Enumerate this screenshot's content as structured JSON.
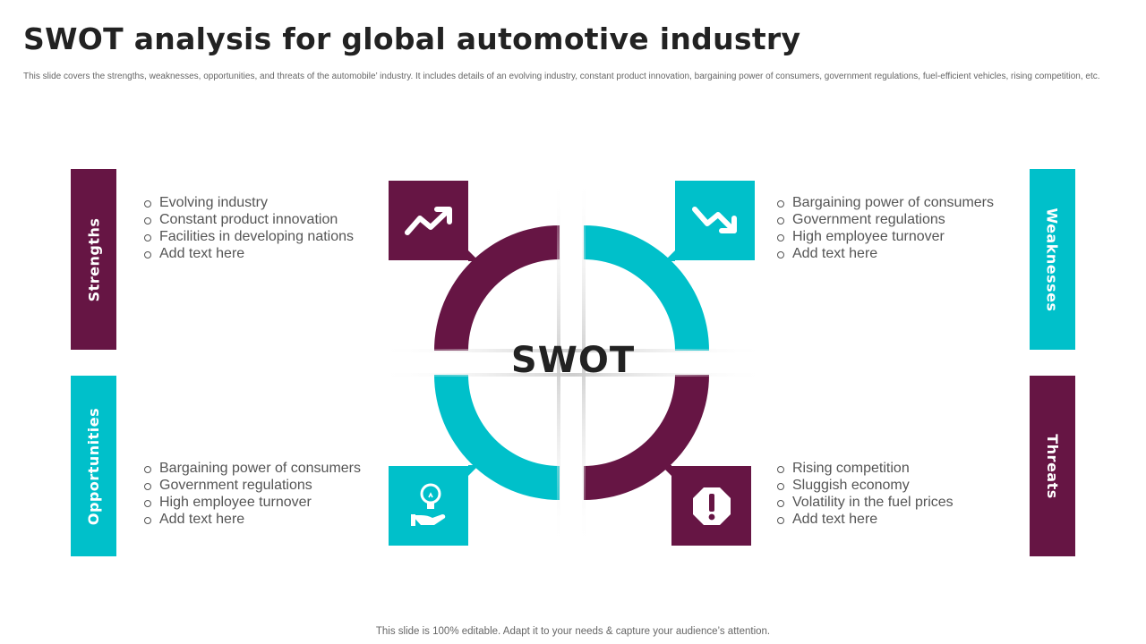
{
  "header": {
    "title": "SWOT analysis for global automotive industry",
    "description": "This slide covers the strengths, weaknesses, opportunities, and threats of the automobile’ industry. It includes details of an evolving industry, constant product innovation, bargaining power of consumers, government regulations, fuel-efficient vehicles, rising competition, etc."
  },
  "center_label": "SWOT",
  "quadrants": {
    "strengths": {
      "label": "Strengths",
      "icon": "trend-up-icon",
      "color": "#661544",
      "items": [
        "Evolving industry",
        "Constant product innovation",
        "Facilities in developing nations",
        "Add text here"
      ]
    },
    "weaknesses": {
      "label": "Weaknesses",
      "icon": "trend-down-icon",
      "color": "#00c0ca",
      "items": [
        "Bargaining power of consumers",
        "Government  regulations",
        "High employee turnover",
        "Add text here"
      ]
    },
    "opportunities": {
      "label": "Opportunities",
      "icon": "lightbulb-hand-icon",
      "color": "#00c0ca",
      "items": [
        "Bargaining power of consumers",
        "Government  regulations",
        "High employee turnover",
        "Add text here"
      ]
    },
    "threats": {
      "label": "Threats",
      "icon": "warning-octagon-icon",
      "color": "#661544",
      "items": [
        "Rising competition",
        "Sluggish economy",
        "Volatility in the fuel prices",
        "Add text here"
      ]
    }
  },
  "footer": {
    "note": "This slide is 100% editable. Adapt it to your needs & capture your audience’s attention."
  }
}
